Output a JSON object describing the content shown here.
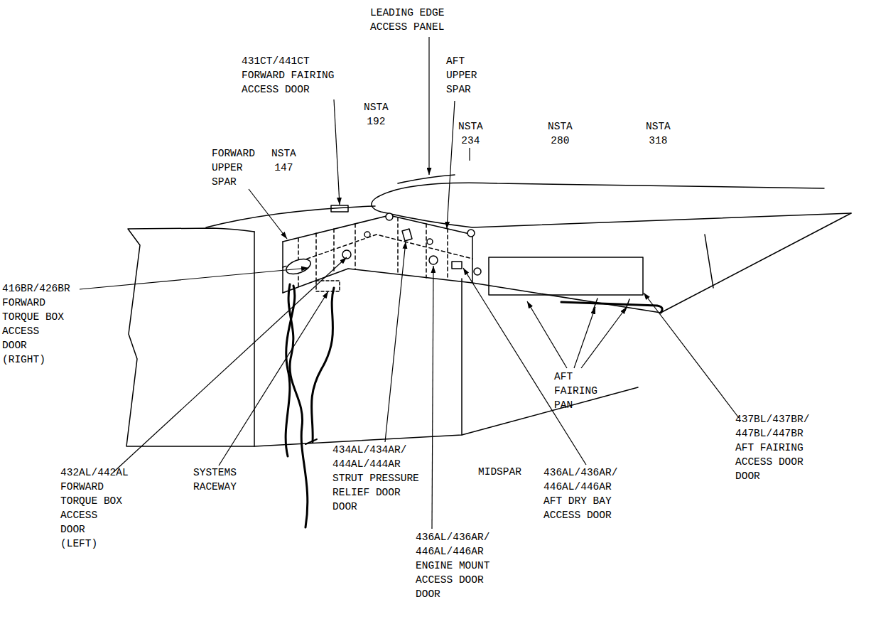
{
  "diagram": {
    "labels": [
      "LEADING EDGE ACCESS PANEL",
      "431CT/441CT FORWARD FAIRING ACCESS DOOR",
      "AFT UPPER SPAR",
      "NSTA 192",
      "NSTA 234",
      "NSTA 280",
      "NSTA 318",
      "FORWARD UPPER SPAR",
      "NSTA 147",
      "416BR/426BR FORWARD TORQUE BOX ACCESS DOOR (RIGHT)",
      "432AL/442AL FORWARD TORQUE BOX ACCESS DOOR (LEFT)",
      "SYSTEMS RACEWAY",
      "434AL/434AR/ 444AL/444AR STRUT PRESSURE RELIEF DOOR DOOR",
      "MIDSPAR",
      "436AL/436AR/ 446AL/446AR ENGINE MOUNT ACCESS DOOR DOOR",
      "436AL/436AR/ 446AL/446AR AFT DRY BAY ACCESS DOOR",
      "AFT FAIRING PAN",
      "437BL/437BR/ 447BL/447BR AFT FAIRING ACCESS DOOR DOOR"
    ]
  }
}
